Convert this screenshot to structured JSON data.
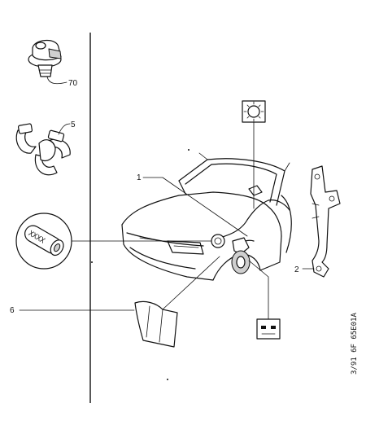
{
  "callouts": {
    "c70": "70",
    "c5": "5",
    "c1": "1",
    "c2": "2",
    "c6": "6"
  },
  "marking_text": "XXXX",
  "vertical_code": "3/91  6F  65E01A",
  "icons": {
    "clip": "push-in-clip-icon",
    "split_clip": "split-ring-clip-icon",
    "sleeve": "marked-sleeve-icon",
    "bracket": "support-bracket-icon",
    "lamp": "lamp-symbol-icon",
    "connector": "connector-symbol-icon",
    "guard": "splash-guard-icon",
    "car": "car-front-outline-icon"
  }
}
